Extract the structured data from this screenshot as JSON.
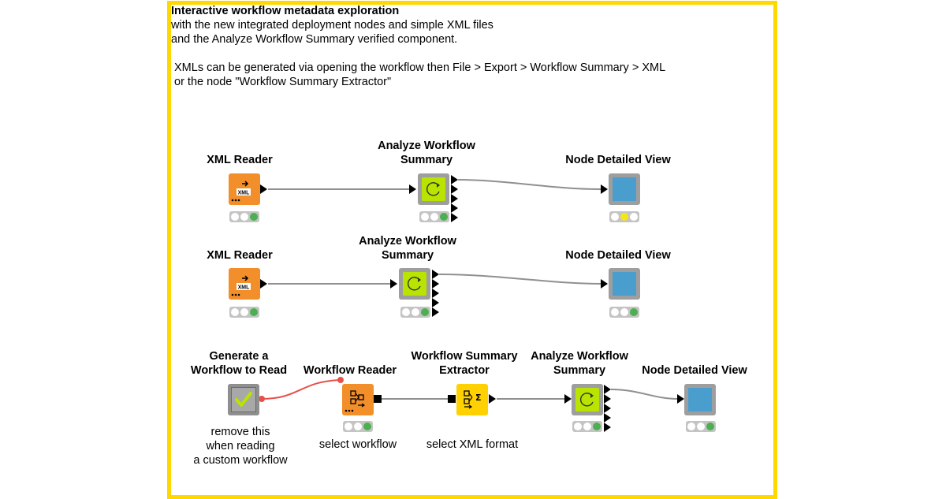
{
  "annotation": {
    "border_color": "#FFD800",
    "title": "Interactive workflow metadata exploration",
    "line2": "with the new integrated deployment nodes and simple XML files",
    "line3": "and the Analyze Workflow Summary verified component.",
    "line4": "XMLs can be generated via opening the workflow then File > Export > Workflow Summary > XML",
    "line5": "or the node \"Workflow Summary Extractor\""
  },
  "row1": {
    "xml_reader": "XML Reader",
    "analyze_l1": "Analyze Workflow",
    "analyze_l2": "Summary",
    "view": "Node Detailed View"
  },
  "row2": {
    "xml_reader": "XML Reader",
    "analyze_l1": "Analyze Workflow",
    "analyze_l2": "Summary",
    "view": "Node Detailed View"
  },
  "row3": {
    "generate_l1": "Generate a",
    "generate_l2": "Workflow to Read",
    "generate_note_l1": "remove this",
    "generate_note_l2": "when reading",
    "generate_note_l3": "a custom workflow",
    "workflow_reader": "Workflow Reader",
    "workflow_reader_note": "select workflow",
    "extractor_l1": "Workflow Summary",
    "extractor_l2": "Extractor",
    "extractor_note": "select XML format",
    "analyze_l1": "Analyze Workflow",
    "analyze_l2": "Summary",
    "view": "Node Detailed View"
  },
  "icons": {
    "xml_label": "XML",
    "reader_icon": "xml-reader-icon",
    "component_icon": "refresh-icon",
    "view_icon": "view-square-icon",
    "metanode_icon": "checkmark-icon",
    "workflow_reader_icon": "workflow-icon",
    "extractor_icon": "summary-icon"
  },
  "status_colors": {
    "green": "#4CAF50",
    "yellow": "#F5E616",
    "empty": "#FFFFFF",
    "flowvar": "#E8504A",
    "reader": "#F38F2B",
    "component": "#B9E300",
    "view": "#4A9ECE",
    "extractor": "#FFD100"
  }
}
